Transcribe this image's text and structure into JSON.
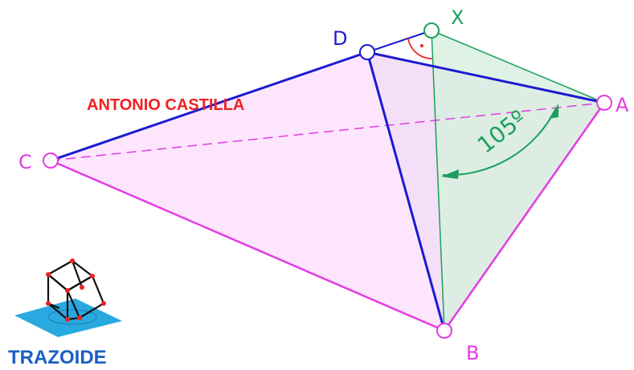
{
  "author": "ANTONIO CASTILLA",
  "brand": "TRAZOIDE",
  "angle": "105º",
  "vertices": {
    "A": "A",
    "B": "B",
    "C": "C",
    "D": "D",
    "X": "X"
  },
  "colors": {
    "magenta": "#e23ce2",
    "blue": "#1a1ad0",
    "green": "#1aa05a",
    "pink_fill": "#fde6fd",
    "green_fill": "#d8f0e0",
    "red_text": "#ee2222",
    "brand_text": "#1a5fc8",
    "logo_plane": "#29a9e0"
  }
}
